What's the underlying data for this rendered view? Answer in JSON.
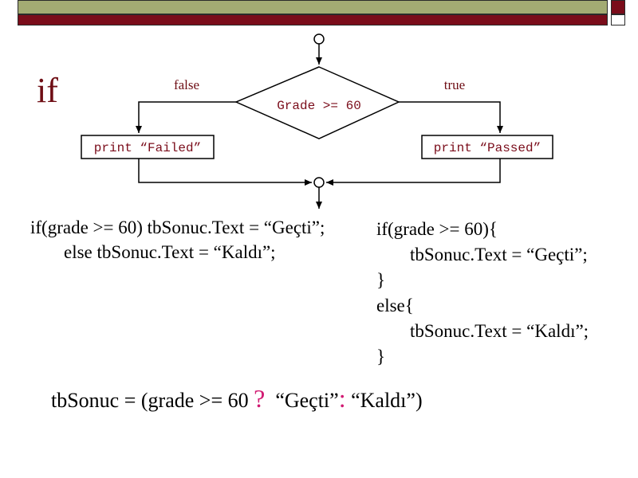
{
  "slide": {
    "title": "if"
  },
  "flowchart": {
    "condition": "Grade >= 60",
    "false_label": "false",
    "true_label": "true",
    "false_action": "print “Failed”",
    "true_action": "print “Passed”"
  },
  "code_left": {
    "line1": "if(grade >= 60) tbSonuc.Text = “Geçti”;",
    "line2": "else tbSonuc.Text = “Kaldı”;"
  },
  "code_right": {
    "line1": "if(grade >= 60){",
    "line2": "tbSonuc.Text = “Geçti”;",
    "line3": "}",
    "line4": "else{",
    "line5": "tbSonuc.Text = “Kaldı”;",
    "line6": "}"
  },
  "ternary": {
    "part1": "tbSonuc = (grade >= 60",
    "q": "?",
    "part2": "“Geçti”",
    "colon": ":",
    "part3": "“Kaldı”)"
  },
  "colors": {
    "olive": "#a3ab73",
    "maroon": "#7a0c1a",
    "title": "#6e0d14",
    "highlight": "#d11a72"
  }
}
